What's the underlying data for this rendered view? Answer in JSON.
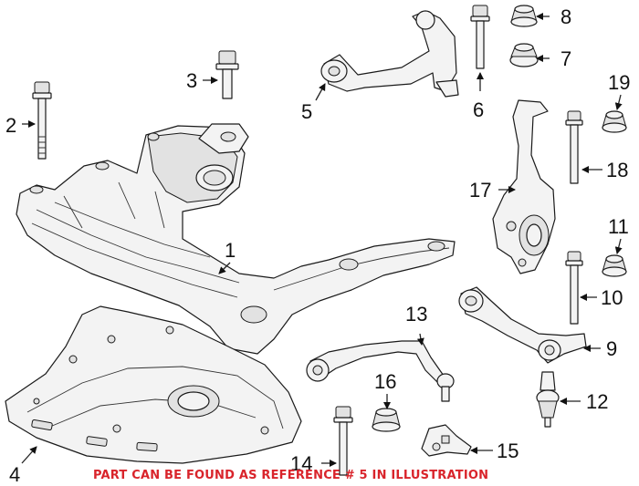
{
  "callouts": [
    "1",
    "2",
    "3",
    "4",
    "5",
    "6",
    "7",
    "8",
    "9",
    "10",
    "11",
    "12",
    "13",
    "14",
    "15",
    "16",
    "17",
    "18",
    "19"
  ],
  "caption": "PART CAN BE FOUND AS REFERENCE # 5 IN ILLUSTRATION",
  "colors": {
    "caption": "#d9242b",
    "line": "#1a1a1a",
    "fill": "#f3f3f3"
  }
}
